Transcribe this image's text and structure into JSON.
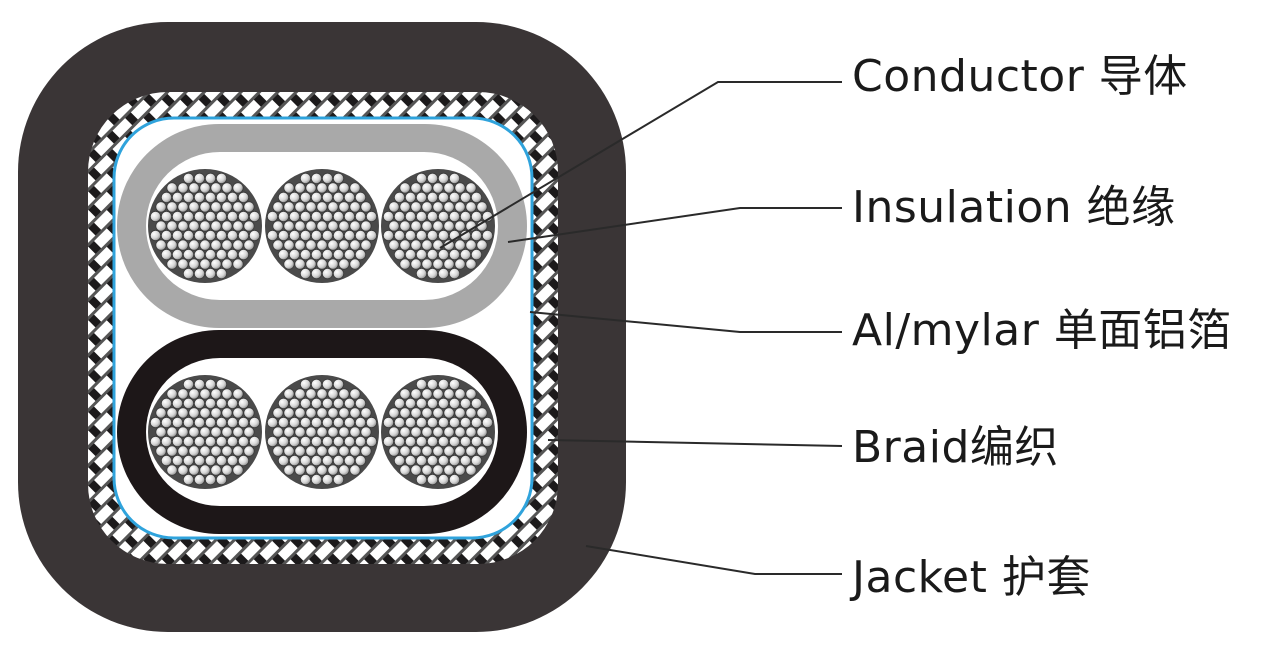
{
  "labels": [
    {
      "key": "conductor",
      "text": "Conductor 导体"
    },
    {
      "key": "insulation",
      "text": "Insulation 绝缘"
    },
    {
      "key": "shield",
      "text": "Al/mylar 单面铝箔"
    },
    {
      "key": "braid",
      "text": "Braid编织"
    },
    {
      "key": "jacket",
      "text": "Jacket 护套"
    }
  ],
  "colors": {
    "jacket": "#3a3536",
    "braid_dark": "#1c1a1b",
    "braid_light": "#ffffff",
    "foil": "#2fa3dc",
    "insulation_gray": "#a9a9a9",
    "insulation_black": "#1d1718",
    "strand_fill": "#e6e6e6",
    "strand_edge": "#3a3a3a",
    "leader": "#2a2a2a"
  }
}
